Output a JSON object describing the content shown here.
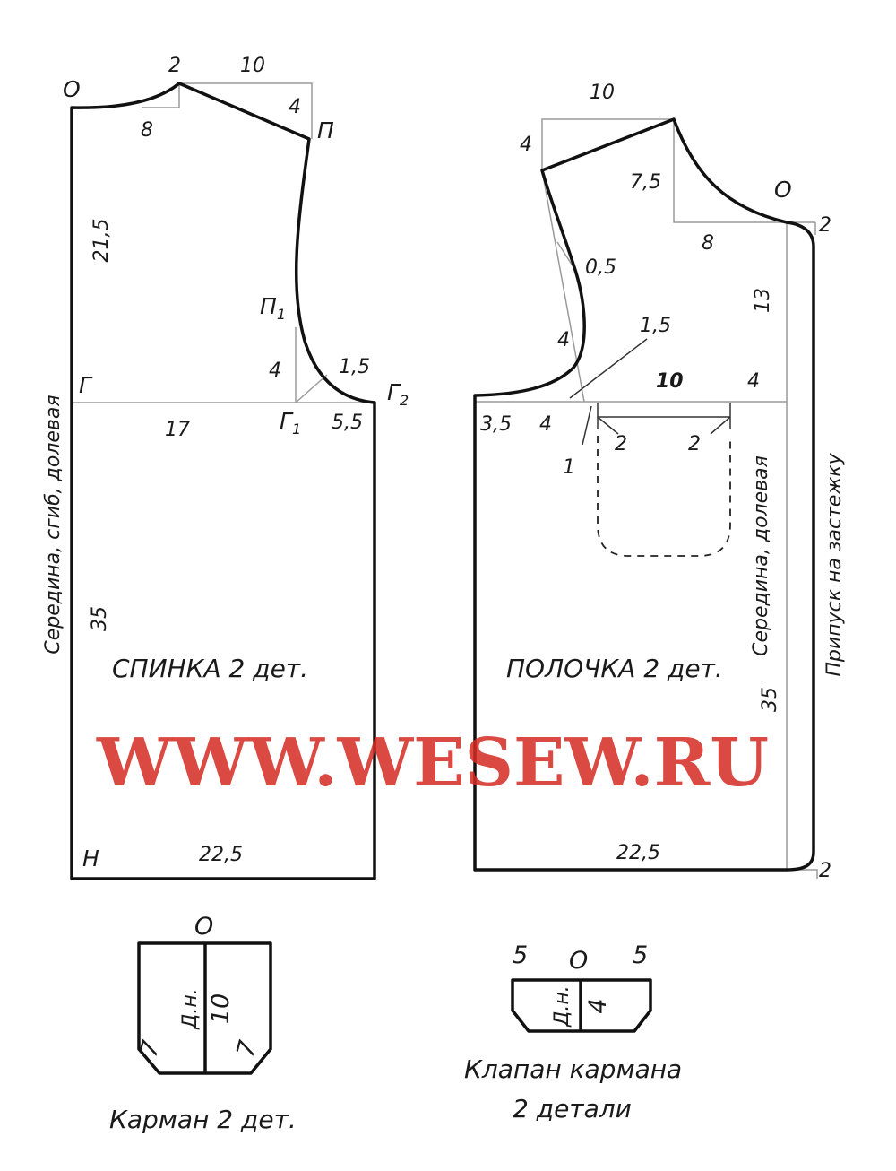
{
  "watermark": "WWW.WESEW.RU",
  "back": {
    "title": "СПИНКА 2 дет.",
    "side_label": "Середина, сгиб, долевая",
    "points": {
      "O": "О",
      "P": "П",
      "P1": "П",
      "P1_sub": "1",
      "G": "Г",
      "G1": "Г",
      "G1_sub": "1",
      "G2": "Г",
      "G2_sub": "2",
      "N": "Н"
    },
    "dims": {
      "neck_h": "2",
      "shoulder_w": "10",
      "neck_w": "8",
      "shoulder_drop": "4",
      "armhole_h": "21,5",
      "p1_g1": "4",
      "curve": "1,5",
      "chest_half": "17",
      "g1_g2": "5,5",
      "length": "35",
      "hem": "22,5"
    }
  },
  "front": {
    "title": "ПОЛОЧКА 2 дет.",
    "center_label": "Середина, долевая",
    "placket_label": "Припуск на застежку",
    "points": {
      "O": "О"
    },
    "dims": {
      "shoulder_w": "10",
      "shoulder_drop": "4",
      "neck_depth": "7,5",
      "neck_w": "8",
      "offset_top": "2",
      "armhole_in": "0,5",
      "side_h": "13",
      "armhole_4": "4",
      "curve": "1,5",
      "pocket_w": "10",
      "pocket_gap": "4",
      "g_side": "3,5",
      "g_4": "4",
      "g_1": "1",
      "pocket_l": "2",
      "pocket_r": "2",
      "length": "35",
      "hem": "22,5",
      "offset_bottom": "2"
    }
  },
  "pocket": {
    "caption": "Карман 2 дет.",
    "top": "О",
    "grain": "Д.н.",
    "height": "10",
    "left": "7",
    "right": "7"
  },
  "flap": {
    "caption_1": "Клапан кармана",
    "caption_2": "2 детали",
    "left": "5",
    "top": "О",
    "right": "5",
    "grain": "Д.н.",
    "height": "4"
  }
}
